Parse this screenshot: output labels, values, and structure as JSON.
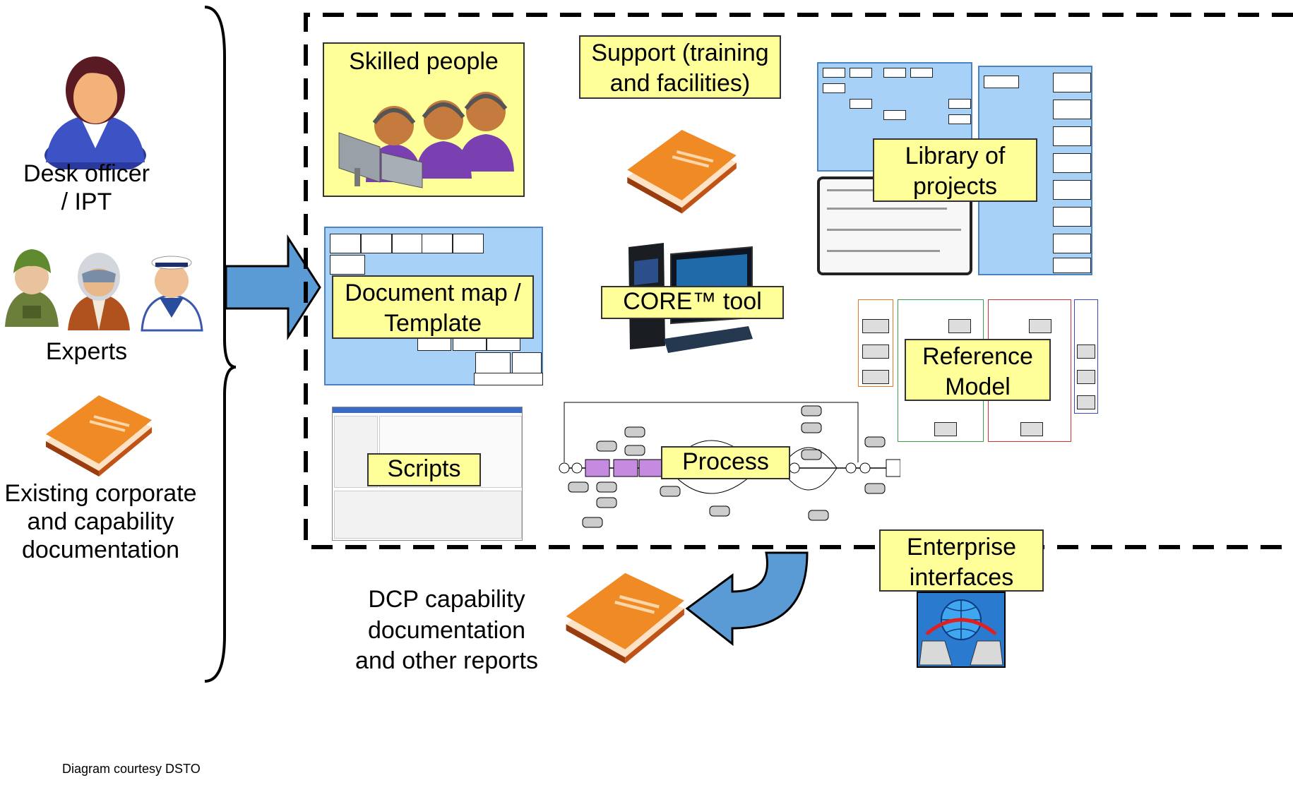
{
  "left": {
    "desk_officer": "Desk officer\n/ IPT",
    "experts": "Experts",
    "existing_docs": "Existing corporate\nand capability\ndocumentation",
    "credit": "Diagram courtesy DSTO"
  },
  "center": {
    "skilled_people": "Skilled people",
    "support": "Support (training\nand facilities)",
    "library": "Library of\nprojects",
    "document_map": "Document map /\nTemplate",
    "core_tool": "CORE™ tool",
    "reference_model": "Reference\nModel",
    "scripts": "Scripts",
    "process": "Process",
    "enterprise_interfaces": "Enterprise\ninterfaces"
  },
  "bottom": {
    "output": "DCP capability\ndocumentation\nand other reports"
  },
  "colors": {
    "label_fill": "#ffff99",
    "arrow_fill": "#5b9bd5",
    "book_orange": "#f08a24",
    "diagram_blue": "#a8d1f7"
  }
}
